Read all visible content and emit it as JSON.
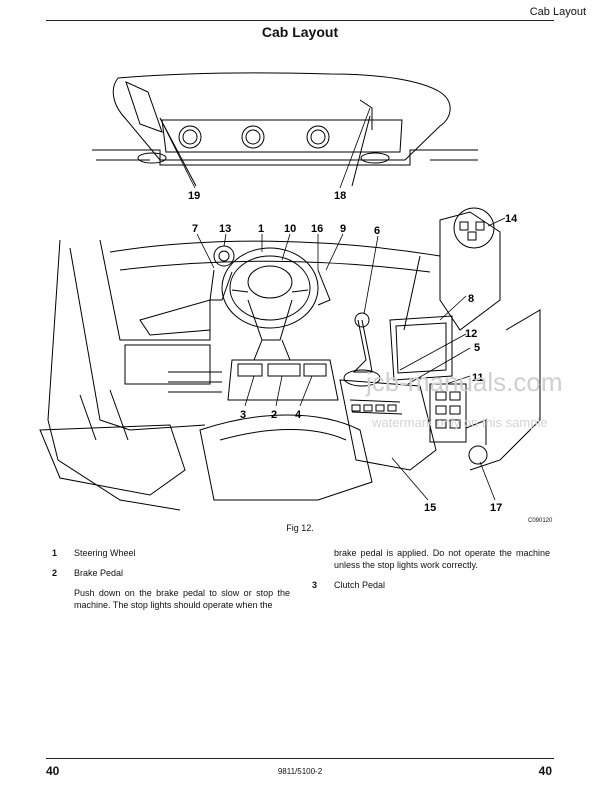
{
  "header": {
    "section": "Cab Layout"
  },
  "title": "Cab Layout",
  "figure": {
    "caption": "Fig 12.",
    "code": "C090120",
    "callouts": [
      "19",
      "18",
      "7",
      "13",
      "1",
      "10",
      "16",
      "9",
      "6",
      "14",
      "8",
      "12",
      "5",
      "11",
      "3",
      "2",
      "4",
      "15",
      "17"
    ]
  },
  "watermark": {
    "main": "jcb-manuals.com",
    "sub": "watermark only on this sample"
  },
  "items": [
    {
      "num": "1",
      "label": "Steering Wheel"
    },
    {
      "num": "2",
      "label": "Brake Pedal",
      "text": "Push down on the brake pedal to slow or stop the machine. The stop lights should operate when the"
    },
    {
      "continuation": "brake pedal is applied. Do not operate the machine unless the stop lights work correctly."
    },
    {
      "num": "3",
      "label": "Clutch Pedal"
    }
  ],
  "footer": {
    "page_left": "40",
    "doc_code": "9811/5100-2",
    "page_right": "40"
  }
}
